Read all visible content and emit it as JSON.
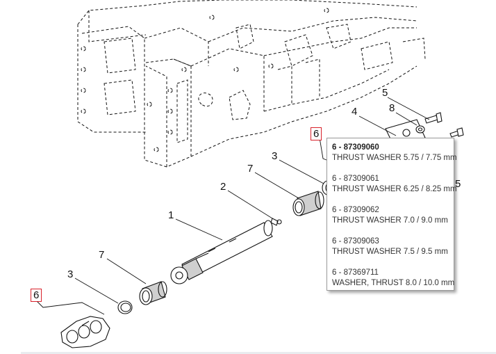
{
  "callouts": [
    {
      "id": "callout-6-top",
      "label": "6",
      "boxed": true
    },
    {
      "id": "callout-5",
      "label": "5",
      "boxed": false
    },
    {
      "id": "callout-8",
      "label": "8",
      "boxed": false
    },
    {
      "id": "callout-4",
      "label": "4",
      "boxed": false
    },
    {
      "id": "callout-3-upper",
      "label": "3",
      "boxed": false
    },
    {
      "id": "callout-7-upper",
      "label": "7",
      "boxed": false
    },
    {
      "id": "callout-2",
      "label": "2",
      "boxed": false
    },
    {
      "id": "callout-1",
      "label": "1",
      "boxed": false
    },
    {
      "id": "callout-7-lower",
      "label": "7",
      "boxed": false
    },
    {
      "id": "callout-3-lower",
      "label": "3",
      "boxed": false
    },
    {
      "id": "callout-6-lower",
      "label": "6",
      "boxed": true
    },
    {
      "id": "callout-5-partial",
      "label": "5",
      "boxed": false
    }
  ],
  "tooltip": {
    "entries": [
      {
        "part_number": "6 - 87309060",
        "description": "THRUST WASHER 5.75 / 7.75 mm"
      },
      {
        "part_number": "6 - 87309061",
        "description": "THRUST WASHER 6.25 / 8.25 mm"
      },
      {
        "part_number": "6 - 87309062",
        "description": "THRUST WASHER 7.0 / 9.0 mm"
      },
      {
        "part_number": "6 - 87309063",
        "description": "THRUST WASHER 7.5 / 9.5 mm"
      },
      {
        "part_number": "6 - 87369711",
        "description": "WASHER, THRUST 8.0 / 10.0 mm"
      }
    ]
  },
  "colors": {
    "line": "#111111",
    "callout_box": "#d8202a",
    "tooltip_border": "#9a9a9a",
    "bottom_bar": "#e9ecef"
  }
}
